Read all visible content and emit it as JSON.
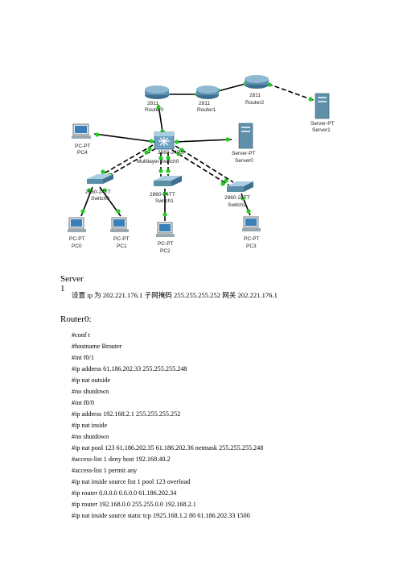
{
  "diagram": {
    "devices": {
      "router0": {
        "model": "2811",
        "name": "Router0"
      },
      "router1": {
        "model": "2811",
        "name": "Router1"
      },
      "router2": {
        "model": "2811",
        "name": "Router2"
      },
      "server1": {
        "model": "Server-PT",
        "name": "Server1"
      },
      "pc4": {
        "model": "PC-PT",
        "name": "PC4"
      },
      "mls": {
        "model": "3560-24PS",
        "name": "Multilayer Switch0"
      },
      "server0": {
        "model": "Server-PT",
        "name": "Server0"
      },
      "switch0": {
        "model": "2960-24TT",
        "name": "Switch0"
      },
      "switch1": {
        "model": "2960-24TT",
        "name": "Switch1"
      },
      "switch2": {
        "model": "2960-24TT",
        "name": "Switch2"
      },
      "pc0": {
        "model": "PC-PT",
        "name": "PC0"
      },
      "pc1": {
        "model": "PC-PT",
        "name": "PC1"
      },
      "pc2": {
        "model": "PC-PT",
        "name": "PC2"
      },
      "pc3": {
        "model": "PC-PT",
        "name": "PC3"
      }
    },
    "colors": {
      "link": "#000000",
      "port": "#22cc22",
      "router": "#4a7fa0",
      "switch": "#5b8fa8"
    }
  },
  "server1_section": {
    "title": "Server 1",
    "setting": "设置 ip 为 202.221.176.1    子网掩码    255.255.255.252      网关    202.221.176.1"
  },
  "router0_section": {
    "title": "Router0:",
    "commands": [
      "#conf t",
      "#hostname Brouter",
      "#int f0/1",
      "#ip address 61.186.202.33 255.255.255.248",
      "#ip nat outside",
      "#no shutdown",
      "#int f0/0",
      "#ip address 192.168.2.1 255.255.255.252",
      "#ip nat inside",
      "#no shutdown",
      "#ip nat pool 123 61.186.202.35 61.186.202.36 netmask 255.255.255.248",
      "#access-list 1 deny host 192.168.40.2",
      "#access-list 1 permit any",
      "#ip nat inside source list 1 pool 123 overload",
      "#ip router 0.0.0.0 0.0.0.0 61.186.202.34",
      "#ip router 192.168.0.0 255.255.0.0 192.168.2.1",
      "#ip nat inside source static tcp 1925.168.1.2 80 61.186.202.33 1500"
    ]
  }
}
